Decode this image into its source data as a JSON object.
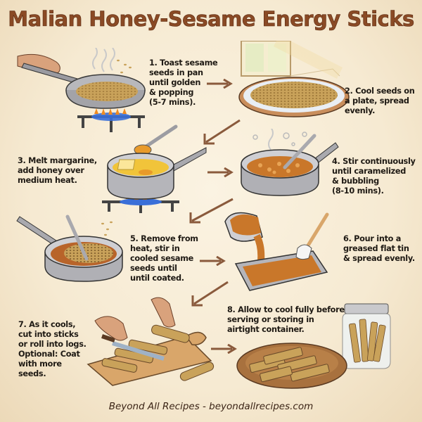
{
  "title": "Malian Honey-Sesame Energy Sticks",
  "steps": [
    {
      "number": "1.",
      "text": "Toast sesame seeds in pan until golden & popping (5-7 mins).",
      "lines": [
        "1. Toast sesame",
        "seeds in pan",
        "until golden",
        "& popping",
        "(5-7 mins)."
      ]
    },
    {
      "number": "2.",
      "text": "Cool seeds on a plate, spread evenly.",
      "lines": [
        "2. Cool seeds on",
        "a plate, spread",
        "evenly."
      ]
    },
    {
      "number": "3.",
      "text": "Melt margarine, add honey over medium heat.",
      "lines": [
        "3. Melt margarine,",
        "add honey over",
        "medium heat."
      ]
    },
    {
      "number": "4.",
      "text": "Stir continuously until caramelized & bubbling (8-10 mins).",
      "lines": [
        "4. Stir continuously",
        "until caramelized",
        "& bubbling",
        "(8-10 mins)."
      ]
    },
    {
      "number": "5.",
      "text": "Remove from heat, stir in cooled sesame seeds until until coated.",
      "lines": [
        "5. Remove from",
        "heat, stir in",
        "cooled sesame",
        "seeds until",
        "until coated."
      ]
    },
    {
      "number": "6.",
      "text": "Pour into a greased flat tin & spread evenly.",
      "lines": [
        "6. Pour into a",
        "greased flat tin",
        "& spread evenly."
      ]
    },
    {
      "number": "7.",
      "text": "As it cools, cut into sticks or roll into logs. Optional: Coat with more seeds.",
      "lines": [
        "7. As it cools,",
        "cut into sticks",
        "or roll into logs.",
        "Optional: Coat",
        "with more",
        "seeds."
      ]
    },
    {
      "number": "8.",
      "text": "Allow to cool fully before serving or storing in airtight container.",
      "lines": [
        "8. Allow to cool fully before",
        "serving or storing in",
        "airtight container."
      ]
    }
  ],
  "illustrations": [
    {
      "step": 1,
      "icon": "toasting-pan-on-stove-icon"
    },
    {
      "step": 2,
      "icon": "seeds-on-plate-icon"
    },
    {
      "step": 3,
      "icon": "saucepan-margarine-honey-icon"
    },
    {
      "step": 4,
      "icon": "bubbling-caramel-pan-icon"
    },
    {
      "step": 5,
      "icon": "pan-stirring-seeds-icon"
    },
    {
      "step": 6,
      "icon": "pouring-into-tin-icon"
    },
    {
      "step": 7,
      "icon": "cutting-board-sticks-icon"
    },
    {
      "step": 8,
      "icon": "plate-and-jar-icon"
    }
  ],
  "footer": "Beyond All Recipes - beyondallrecipes.com",
  "colors": {
    "background": "#f6ead2",
    "title": "#8a4a25",
    "text": "#1f1a14",
    "arrow": "#8a5a3c",
    "caramel": "#c9772a",
    "seed": "#c9a25a",
    "steel": "#b8b8bc",
    "flame_blue": "#3a6fd8",
    "flame_orange": "#f08a1e",
    "wood": "#c58a52"
  }
}
